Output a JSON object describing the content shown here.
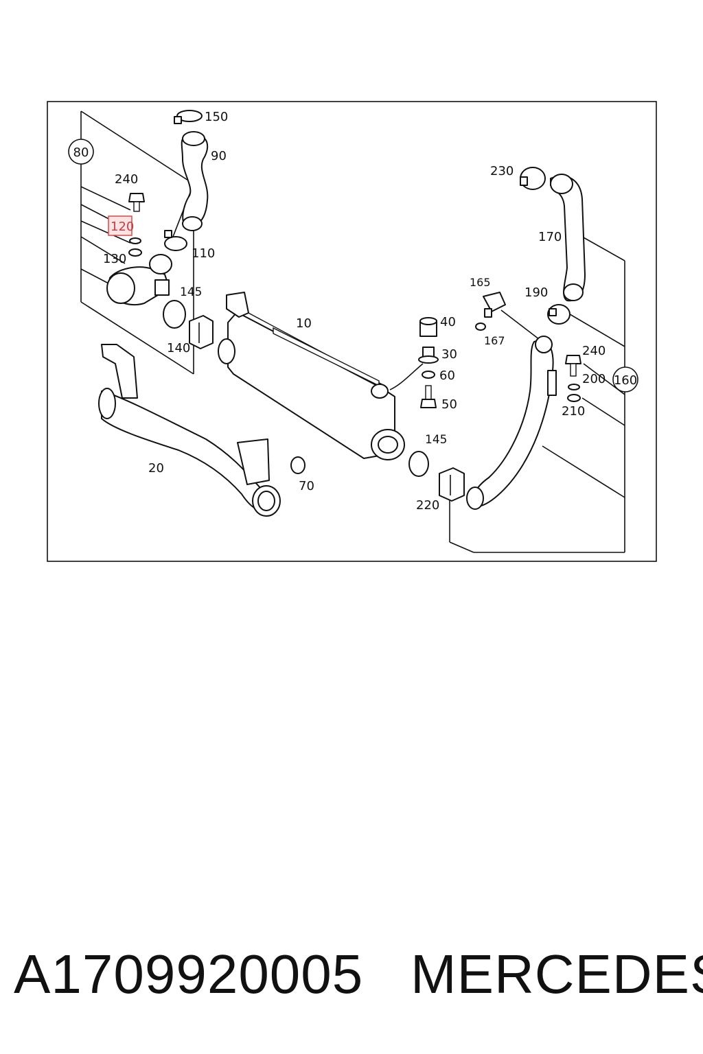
{
  "diagram": {
    "labels": {
      "l10": "10",
      "l20": "20",
      "l30": "30",
      "l40": "40",
      "l50": "50",
      "l60": "60",
      "l70": "70",
      "l80": "80",
      "l90": "90",
      "l110": "110",
      "l120": "120",
      "l130": "130",
      "l140": "140",
      "l145a": "145",
      "l145b": "145",
      "l150": "150",
      "l160": "160",
      "l165": "165",
      "l167": "167",
      "l170": "170",
      "l190": "190",
      "l200": "200",
      "l210": "210",
      "l220": "220",
      "l230": "230",
      "l240a": "240",
      "l240b": "240"
    },
    "highlighted_label": "120"
  },
  "footer": {
    "part_number": "A1709920005",
    "brand": "MERCEDES"
  }
}
